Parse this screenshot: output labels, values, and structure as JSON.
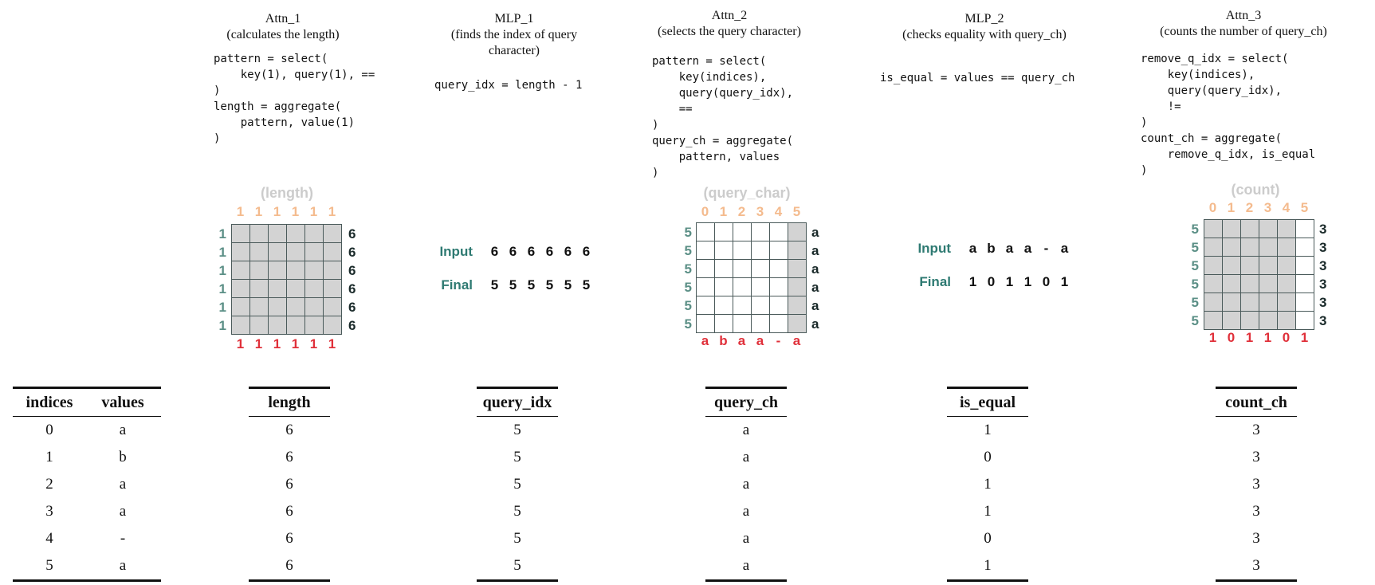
{
  "attn1": {
    "title": "Attn_1",
    "subtitle": "(calculates the length)",
    "code": "pattern = select(\n    key(1), query(1), ==\n)\nlength = aggregate(\n    pattern, value(1)\n)",
    "grid_label": "(length)",
    "keys": [
      "1",
      "1",
      "1",
      "1",
      "1",
      "1"
    ],
    "queries": [
      "1",
      "1",
      "1",
      "1",
      "1",
      "1"
    ],
    "results": [
      "6",
      "6",
      "6",
      "6",
      "6",
      "6"
    ],
    "outputs": [
      "1",
      "1",
      "1",
      "1",
      "1",
      "1"
    ],
    "grid": [
      [
        1,
        1,
        1,
        1,
        1,
        1
      ],
      [
        1,
        1,
        1,
        1,
        1,
        1
      ],
      [
        1,
        1,
        1,
        1,
        1,
        1
      ],
      [
        1,
        1,
        1,
        1,
        1,
        1
      ],
      [
        1,
        1,
        1,
        1,
        1,
        1
      ],
      [
        1,
        1,
        1,
        1,
        1,
        1
      ]
    ]
  },
  "mlp1": {
    "title": "MLP_1",
    "subtitle": "(finds the index of query character)",
    "code": "query_idx = length - 1",
    "input_label": "Input",
    "input_values": [
      "6",
      "6",
      "6",
      "6",
      "6",
      "6"
    ],
    "final_label": "Final",
    "final_values": [
      "5",
      "5",
      "5",
      "5",
      "5",
      "5"
    ]
  },
  "attn2": {
    "title": "Attn_2",
    "subtitle": "(selects the query character)",
    "code": "pattern = select(\n    key(indices),\n    query(query_idx),\n    ==\n)\nquery_ch = aggregate(\n    pattern, values\n)",
    "grid_label": "(query_char)",
    "keys": [
      "0",
      "1",
      "2",
      "3",
      "4",
      "5"
    ],
    "queries": [
      "5",
      "5",
      "5",
      "5",
      "5",
      "5"
    ],
    "results": [
      "a",
      "a",
      "a",
      "a",
      "a",
      "a"
    ],
    "outputs": [
      "a",
      "b",
      "a",
      "a",
      "-",
      "a"
    ],
    "grid": [
      [
        0,
        0,
        0,
        0,
        0,
        1
      ],
      [
        0,
        0,
        0,
        0,
        0,
        1
      ],
      [
        0,
        0,
        0,
        0,
        0,
        1
      ],
      [
        0,
        0,
        0,
        0,
        0,
        1
      ],
      [
        0,
        0,
        0,
        0,
        0,
        1
      ],
      [
        0,
        0,
        0,
        0,
        0,
        1
      ]
    ]
  },
  "mlp2": {
    "title": "MLP_2",
    "subtitle": "(checks equality with query_ch)",
    "code": "is_equal = values == query_ch",
    "input_label": "Input",
    "input_values": [
      "a",
      "b",
      "a",
      "a",
      "-",
      "a"
    ],
    "final_label": "Final",
    "final_values": [
      "1",
      "0",
      "1",
      "1",
      "0",
      "1"
    ]
  },
  "attn3": {
    "title": "Attn_3",
    "subtitle": "(counts the number of query_ch)",
    "code": "remove_q_idx = select(\n    key(indices),\n    query(query_idx),\n    !=\n)\ncount_ch = aggregate(\n    remove_q_idx, is_equal\n)",
    "grid_label": "(count)",
    "keys": [
      "0",
      "1",
      "2",
      "3",
      "4",
      "5"
    ],
    "queries": [
      "5",
      "5",
      "5",
      "5",
      "5",
      "5"
    ],
    "results": [
      "3",
      "3",
      "3",
      "3",
      "3",
      "3"
    ],
    "outputs": [
      "1",
      "0",
      "1",
      "1",
      "0",
      "1"
    ],
    "grid": [
      [
        1,
        1,
        1,
        1,
        1,
        0
      ],
      [
        1,
        1,
        1,
        1,
        1,
        0
      ],
      [
        1,
        1,
        1,
        1,
        1,
        0
      ],
      [
        1,
        1,
        1,
        1,
        1,
        0
      ],
      [
        1,
        1,
        1,
        1,
        1,
        0
      ],
      [
        1,
        1,
        1,
        1,
        1,
        0
      ]
    ]
  },
  "tables": {
    "input": {
      "headers": [
        "indices",
        "values"
      ],
      "rows": [
        [
          "0",
          "a"
        ],
        [
          "1",
          "b"
        ],
        [
          "2",
          "a"
        ],
        [
          "3",
          "a"
        ],
        [
          "4",
          "-"
        ],
        [
          "5",
          "a"
        ]
      ]
    },
    "length": {
      "header": "length",
      "values": [
        "6",
        "6",
        "6",
        "6",
        "6",
        "6"
      ]
    },
    "query_idx": {
      "header": "query_idx",
      "values": [
        "5",
        "5",
        "5",
        "5",
        "5",
        "5"
      ]
    },
    "query_ch": {
      "header": "query_ch",
      "values": [
        "a",
        "a",
        "a",
        "a",
        "a",
        "a"
      ]
    },
    "is_equal": {
      "header": "is_equal",
      "values": [
        "1",
        "0",
        "1",
        "1",
        "0",
        "1"
      ]
    },
    "count_ch": {
      "header": "count_ch",
      "values": [
        "3",
        "3",
        "3",
        "3",
        "3",
        "3"
      ]
    }
  }
}
